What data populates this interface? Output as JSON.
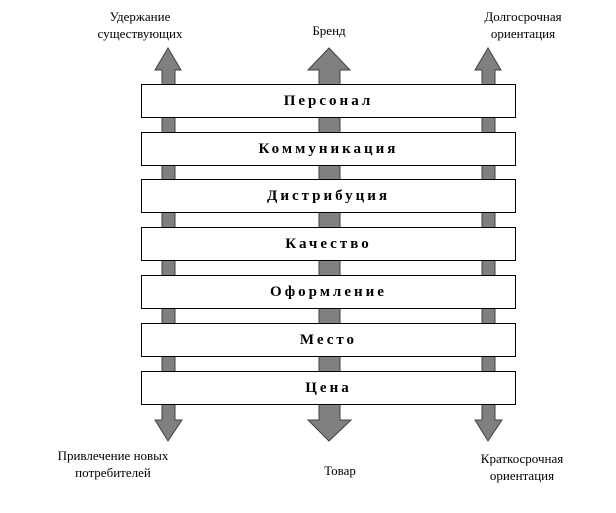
{
  "colors": {
    "arrow": "#808080",
    "arrow_outline": "#404040",
    "bar_border": "#000000"
  },
  "top_labels": [
    "Удержание существующих",
    "Бренд",
    "Долгосрочная ориентация"
  ],
  "top_labels_lines": [
    [
      "Удержание",
      "существующих"
    ],
    [
      "Бренд"
    ],
    [
      "Долгосрочная",
      "ориентация"
    ]
  ],
  "bottom_labels_lines": [
    [
      "Привлечение новых",
      "потребителей"
    ],
    [
      "Товар"
    ],
    [
      "Краткосрочная",
      "ориентация"
    ]
  ],
  "bars": [
    "Персонал",
    "Коммуникация",
    "Дистрибуция",
    "Качество",
    "Оформление",
    "Место",
    "Цена"
  ]
}
